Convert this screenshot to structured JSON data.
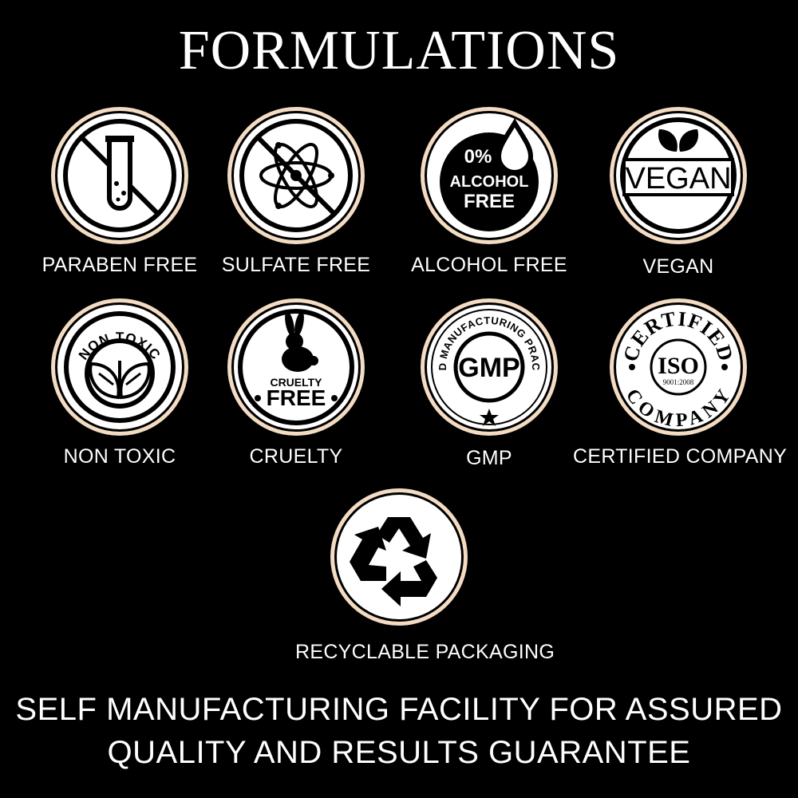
{
  "page": {
    "title": "FORMULATIONS"
  },
  "badges": {
    "paraben": {
      "label": "PARABEN FREE",
      "icon": "test-tube-crossed-icon"
    },
    "sulfate": {
      "label": "SULFATE FREE",
      "icon": "atom-crossed-icon"
    },
    "alcohol": {
      "label": "ALCOHOL FREE",
      "icon": "alcohol-free-icon",
      "t1": "0%",
      "t2": "ALCOHOL",
      "t3": "FREE"
    },
    "vegan": {
      "label": "VEGAN",
      "icon": "vegan-leaf-icon",
      "t1": "VEGAN"
    },
    "nontoxic": {
      "label": "NON TOXIC",
      "icon": "non-toxic-leaf-icon",
      "t1": "NON TOXIC"
    },
    "cruelty": {
      "label": "CRUELTY",
      "icon": "rabbit-icon",
      "t1": "CRUELTY",
      "t2": "FREE"
    },
    "gmp": {
      "label": "GMP",
      "icon": "gmp-seal-icon",
      "t1": "GOOD MANUFACTURING PRACTICE",
      "t2": "GMP"
    },
    "iso": {
      "label": "CERTIFIED COMPANY",
      "icon": "iso-seal-icon",
      "t1": "CERTIFIED",
      "t2": "ISO",
      "t3": "9001:2008",
      "t4": "COMPANY"
    },
    "recycle": {
      "label": "RECYCLABLE PACKAGING",
      "icon": "recycle-icon"
    }
  },
  "footer": {
    "line1": "SELF MANUFACTURING FACILITY FOR ASSURED",
    "line2": "QUALITY AND RESULTS GUARANTEE"
  },
  "colors": {
    "background": "#000000",
    "ring": "#f3dcc3",
    "badge": "#ffffff",
    "ink": "#000000"
  }
}
